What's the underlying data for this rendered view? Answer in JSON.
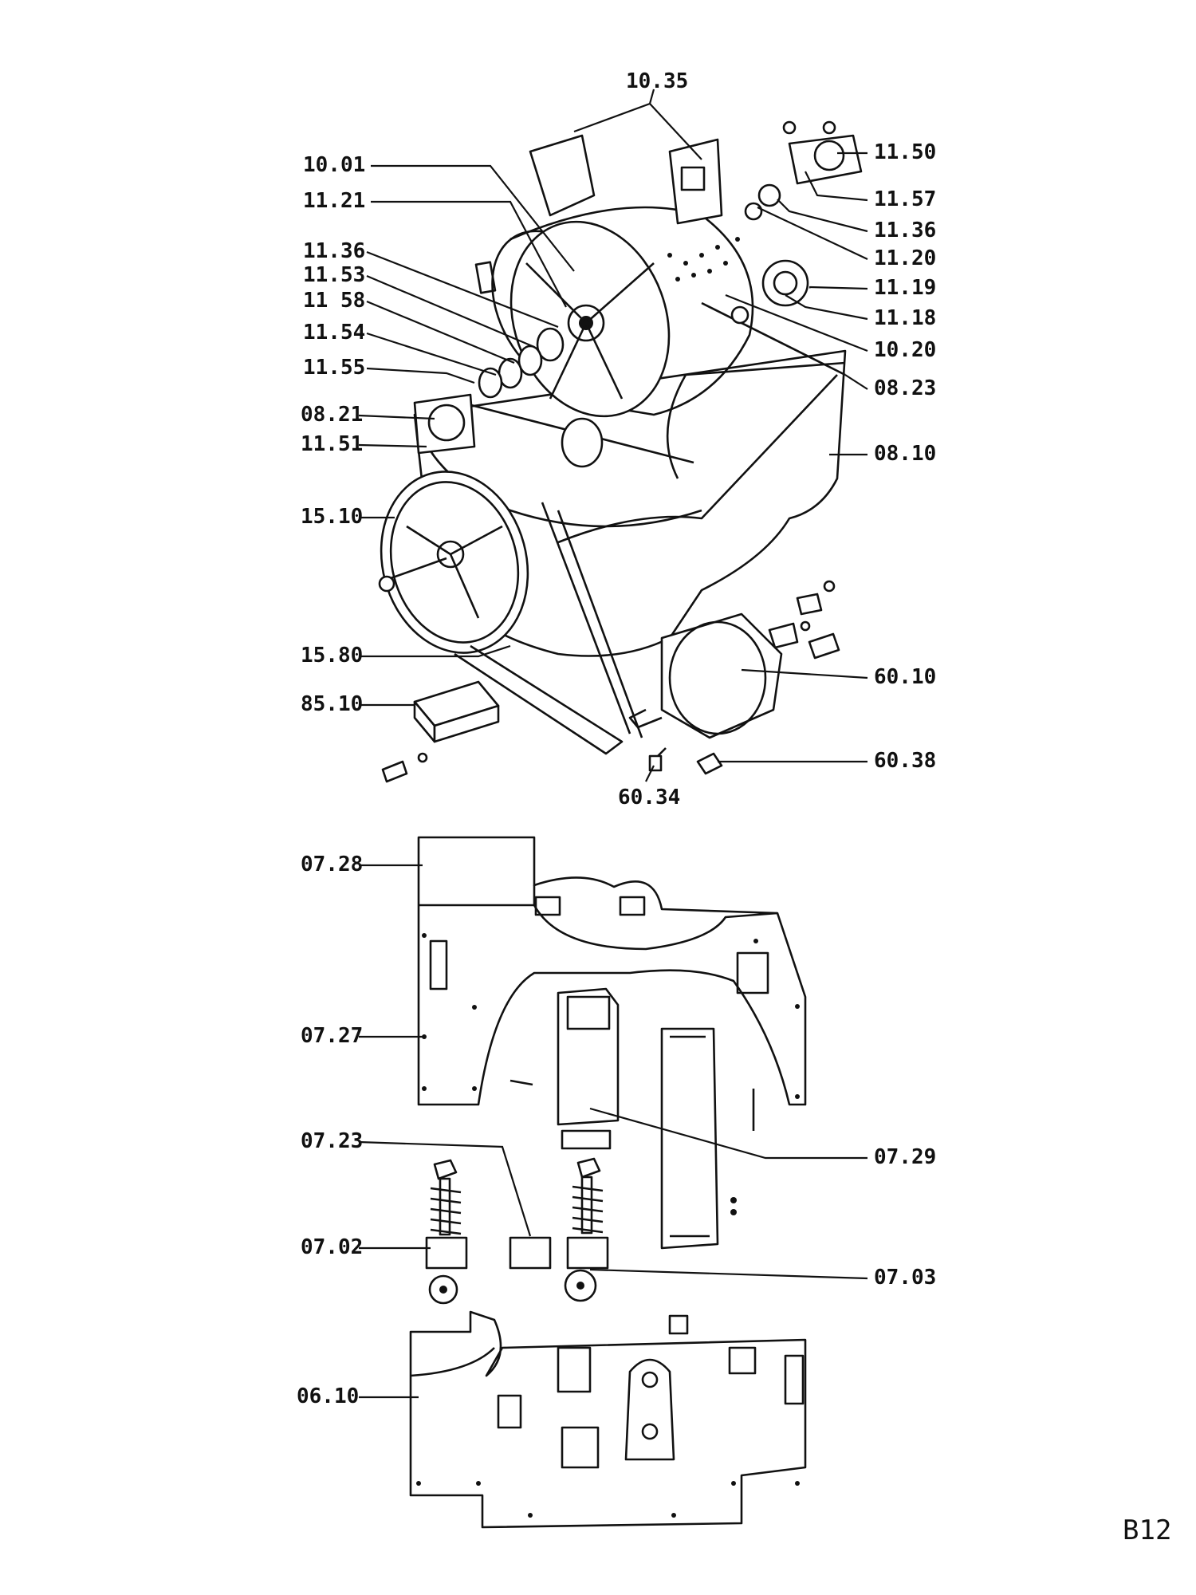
{
  "page_label": "B12",
  "callouts": {
    "c1035": "10.35",
    "c1001": "10.01",
    "c1121": "11.21",
    "c1136a": "11.36",
    "c1153": "11.53",
    "c1158": "11 58",
    "c1154": "11.54",
    "c1155": "11.55",
    "c0821": "08.21",
    "c1151": "11.51",
    "c1510": "15.10",
    "c1580": "15.80",
    "c8510": "85.10",
    "c6034": "60.34",
    "c1150": "11.50",
    "c1157": "11.57",
    "c1136b": "11.36",
    "c1120": "11.20",
    "c1119": "11.19",
    "c1118": "11.18",
    "c1020": "10.20",
    "c0823": "08.23",
    "c0810": "08.10",
    "c6010": "60.10",
    "c6038": "60.38",
    "c0728": "07.28",
    "c0727": "07.27",
    "c0723": "07.23",
    "c0702": "07.02",
    "c0610": "06.10",
    "c0729": "07.29",
    "c0703": "07.03"
  }
}
